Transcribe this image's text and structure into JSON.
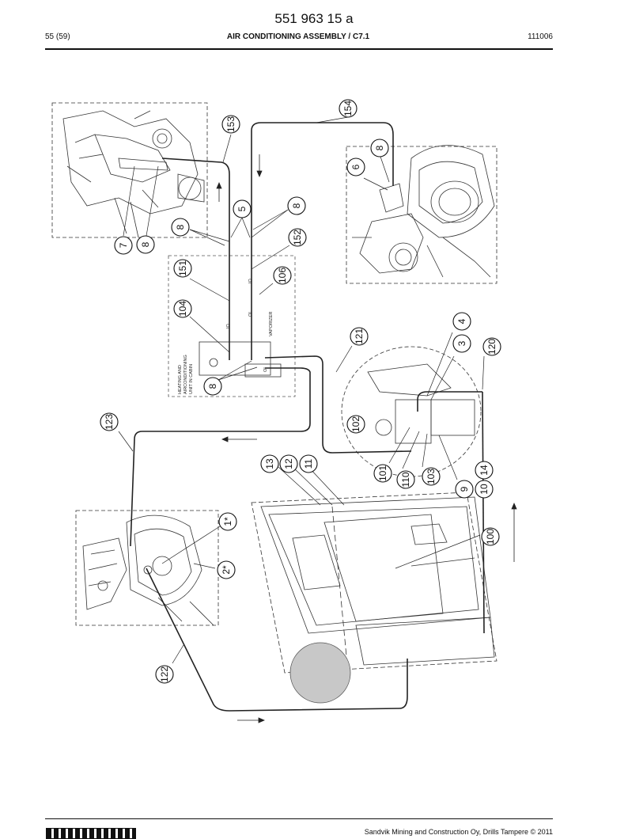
{
  "header": {
    "doc_number": "551 963 15 a",
    "page": "55 (59)",
    "title": "AIR CONDITIONING ASSEMBLY / C7.1",
    "date": "111006"
  },
  "footer": {
    "copyright": "Sandvik Mining and Construction Oy, Drills Tampere © 2011"
  },
  "drawing": {
    "box_text": [
      "HEATING AND",
      "AIRCONDITIONING",
      "UNIT IN CABIN"
    ],
    "vaporizer_label": "VAPORIZER",
    "port_labels": [
      "IO",
      "OI",
      "IO",
      "OI"
    ],
    "callouts": [
      "154",
      "153",
      "8",
      "6",
      "5",
      "8",
      "8",
      "152",
      "7",
      "8",
      "151",
      "106",
      "104",
      "121",
      "4",
      "3",
      "120",
      "8",
      "102",
      "123",
      "13",
      "12",
      "11",
      "101",
      "110",
      "103",
      "9",
      "10",
      "14",
      "100",
      "1*",
      "2*",
      "122"
    ]
  }
}
